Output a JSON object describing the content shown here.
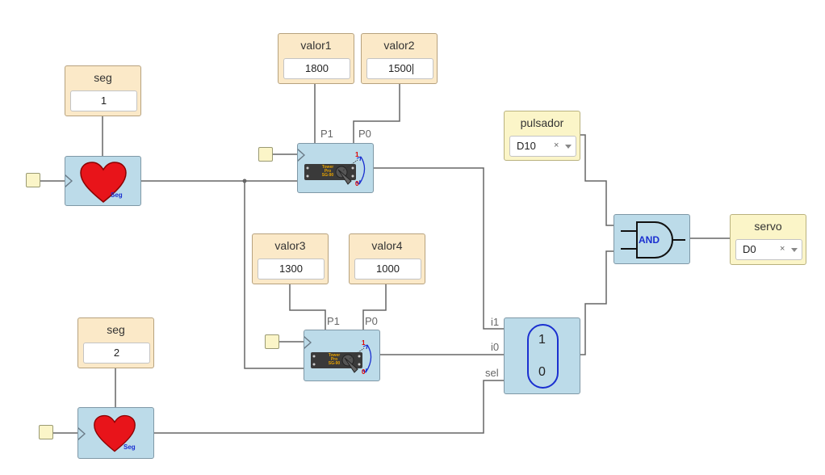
{
  "blocks": {
    "seg1": {
      "title": "seg",
      "value": "1"
    },
    "seg2": {
      "title": "seg",
      "value": "2"
    },
    "valor1": {
      "title": "valor1",
      "value": "1800"
    },
    "valor2": {
      "title": "valor2",
      "value": "1500"
    },
    "valor3": {
      "title": "valor3",
      "value": "1300"
    },
    "valor4": {
      "title": "valor4",
      "value": "1000"
    },
    "pulsador": {
      "title": "pulsador",
      "value": "D10"
    },
    "servo": {
      "title": "servo",
      "value": "D0"
    }
  },
  "heart_label": "Seg",
  "servo_ports": {
    "p1": "P1",
    "p0": "P0"
  },
  "servo_angles": {
    "top": "1",
    "bottom": "0"
  },
  "servo_brand": [
    "Tower",
    "Pro",
    "SG-90"
  ],
  "mux": {
    "i1": "i1",
    "i0": "i0",
    "sel": "sel",
    "top": "1",
    "bottom": "0"
  },
  "and_label": "AND",
  "select_clear": "×",
  "colors": {
    "constant": "#fbe9c8",
    "input": "#fbf5c8",
    "logic": "#bcdbe9",
    "wire": "#666666",
    "accent_blue": "#1a2fd0",
    "heart": "#e8141a"
  }
}
